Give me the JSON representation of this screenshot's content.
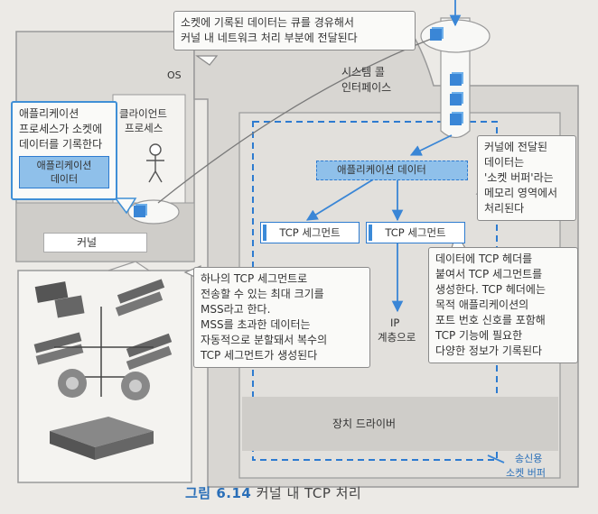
{
  "figure": {
    "number": "그림 6.14",
    "title": "커널 내 TCP 처리"
  },
  "labels": {
    "os": "OS",
    "kernel": "커널",
    "syscall_line1": "시스템 콜",
    "syscall_line2": "인터페이스",
    "client_line1": "클라이언트",
    "client_line2": "프로세스",
    "app_data_line1": "애플리케이션",
    "app_data_line2": "데이터",
    "app_data_bar": "애플리케이션 데이터",
    "tcp_segment_1": "TCP 세그먼트",
    "tcp_segment_2": "TCP 세그먼트",
    "ip_line1": "IP",
    "ip_line2": "계층으로",
    "device_driver": "장치 드라이버",
    "send_buffer_line1": "송신용",
    "send_buffer_line2": "소켓 버퍼"
  },
  "callouts": {
    "top": [
      "소켓에 기록된 데이터는 큐를 경유해서",
      "커널 내 네트워크 처리 부분에 전달된다"
    ],
    "app_write": [
      "애플리케이션",
      "프로세스가 소켓에",
      "데이터를 기록한다"
    ],
    "kernel_buffer": [
      "커널에 전달된",
      "데이터는",
      "'소켓 버퍼'라는",
      "메모리 영역에서",
      "처리된다"
    ],
    "mss": [
      "하나의 TCP 세그먼트로",
      "전송할 수 있는 최대 크기를",
      "MSS라고 한다.",
      "MSS를 초과한 데이터는",
      "자동적으로 분할돼서 복수의",
      "TCP 세그먼트가 생성된다"
    ],
    "tcp_header": [
      "데이터에 TCP 헤더를",
      "붙여서 TCP 세그먼트를",
      "생성한다. TCP 헤더에는",
      "목적 애플리케이션의",
      "포트 번호 신호를 포함해",
      "TCP 기능에 필요한",
      "다양한 정보가 기록된다"
    ]
  }
}
